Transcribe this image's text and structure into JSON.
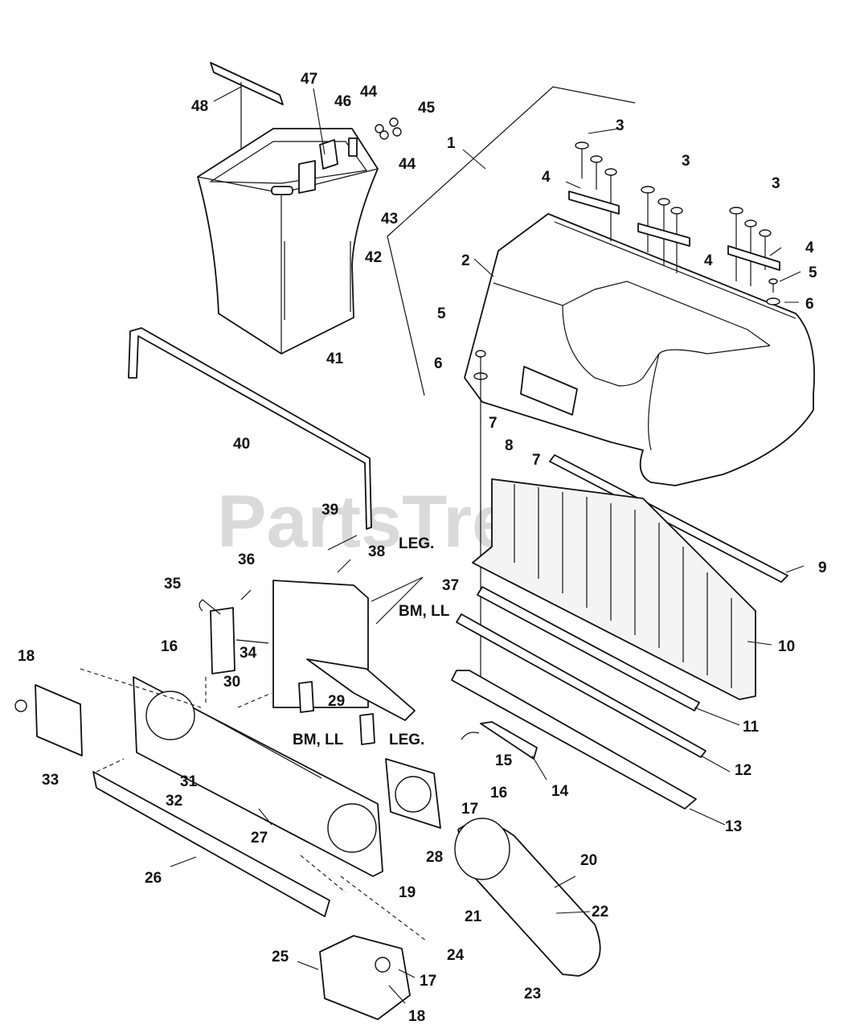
{
  "watermark": "PartsTree",
  "callouts": [
    {
      "id": "c1",
      "text": "1"
    },
    {
      "id": "c2",
      "text": "2"
    },
    {
      "id": "c3a",
      "text": "3"
    },
    {
      "id": "c3b",
      "text": "3"
    },
    {
      "id": "c3c",
      "text": "3"
    },
    {
      "id": "c4a",
      "text": "4"
    },
    {
      "id": "c4b",
      "text": "4"
    },
    {
      "id": "c4c",
      "text": "4"
    },
    {
      "id": "c5a",
      "text": "5"
    },
    {
      "id": "c5b",
      "text": "5"
    },
    {
      "id": "c6a",
      "text": "6"
    },
    {
      "id": "c6b",
      "text": "6"
    },
    {
      "id": "c7a",
      "text": "7"
    },
    {
      "id": "c7b",
      "text": "7"
    },
    {
      "id": "c8",
      "text": "8"
    },
    {
      "id": "c9",
      "text": "9"
    },
    {
      "id": "c10",
      "text": "10"
    },
    {
      "id": "c11",
      "text": "11"
    },
    {
      "id": "c12",
      "text": "12"
    },
    {
      "id": "c13",
      "text": "13"
    },
    {
      "id": "c14",
      "text": "14"
    },
    {
      "id": "c15",
      "text": "15"
    },
    {
      "id": "c16a",
      "text": "16"
    },
    {
      "id": "c16b",
      "text": "16"
    },
    {
      "id": "c17a",
      "text": "17"
    },
    {
      "id": "c17b",
      "text": "17"
    },
    {
      "id": "c18a",
      "text": "18"
    },
    {
      "id": "c18b",
      "text": "18"
    },
    {
      "id": "c19",
      "text": "19"
    },
    {
      "id": "c20",
      "text": "20"
    },
    {
      "id": "c21",
      "text": "21"
    },
    {
      "id": "c22",
      "text": "22"
    },
    {
      "id": "c23",
      "text": "23"
    },
    {
      "id": "c24",
      "text": "24"
    },
    {
      "id": "c25",
      "text": "25"
    },
    {
      "id": "c26",
      "text": "26"
    },
    {
      "id": "c27",
      "text": "27"
    },
    {
      "id": "c28",
      "text": "28"
    },
    {
      "id": "c29",
      "text": "29"
    },
    {
      "id": "c30",
      "text": "30"
    },
    {
      "id": "c31",
      "text": "31"
    },
    {
      "id": "c32",
      "text": "32"
    },
    {
      "id": "c33",
      "text": "33"
    },
    {
      "id": "c34",
      "text": "34"
    },
    {
      "id": "c35",
      "text": "35"
    },
    {
      "id": "c36",
      "text": "36"
    },
    {
      "id": "c37",
      "text": "37"
    },
    {
      "id": "c38",
      "text": "38"
    },
    {
      "id": "c39",
      "text": "39"
    },
    {
      "id": "c40",
      "text": "40"
    },
    {
      "id": "c41",
      "text": "41"
    },
    {
      "id": "c42",
      "text": "42"
    },
    {
      "id": "c43",
      "text": "43"
    },
    {
      "id": "c44a",
      "text": "44"
    },
    {
      "id": "c44b",
      "text": "44"
    },
    {
      "id": "c45",
      "text": "45"
    },
    {
      "id": "c46",
      "text": "46"
    },
    {
      "id": "c47",
      "text": "47"
    },
    {
      "id": "c48",
      "text": "48"
    },
    {
      "id": "leg1",
      "text": "LEG."
    },
    {
      "id": "bmll1",
      "text": "BM, LL"
    },
    {
      "id": "bmll2",
      "text": "BM, LL"
    },
    {
      "id": "leg2",
      "text": "LEG."
    }
  ]
}
